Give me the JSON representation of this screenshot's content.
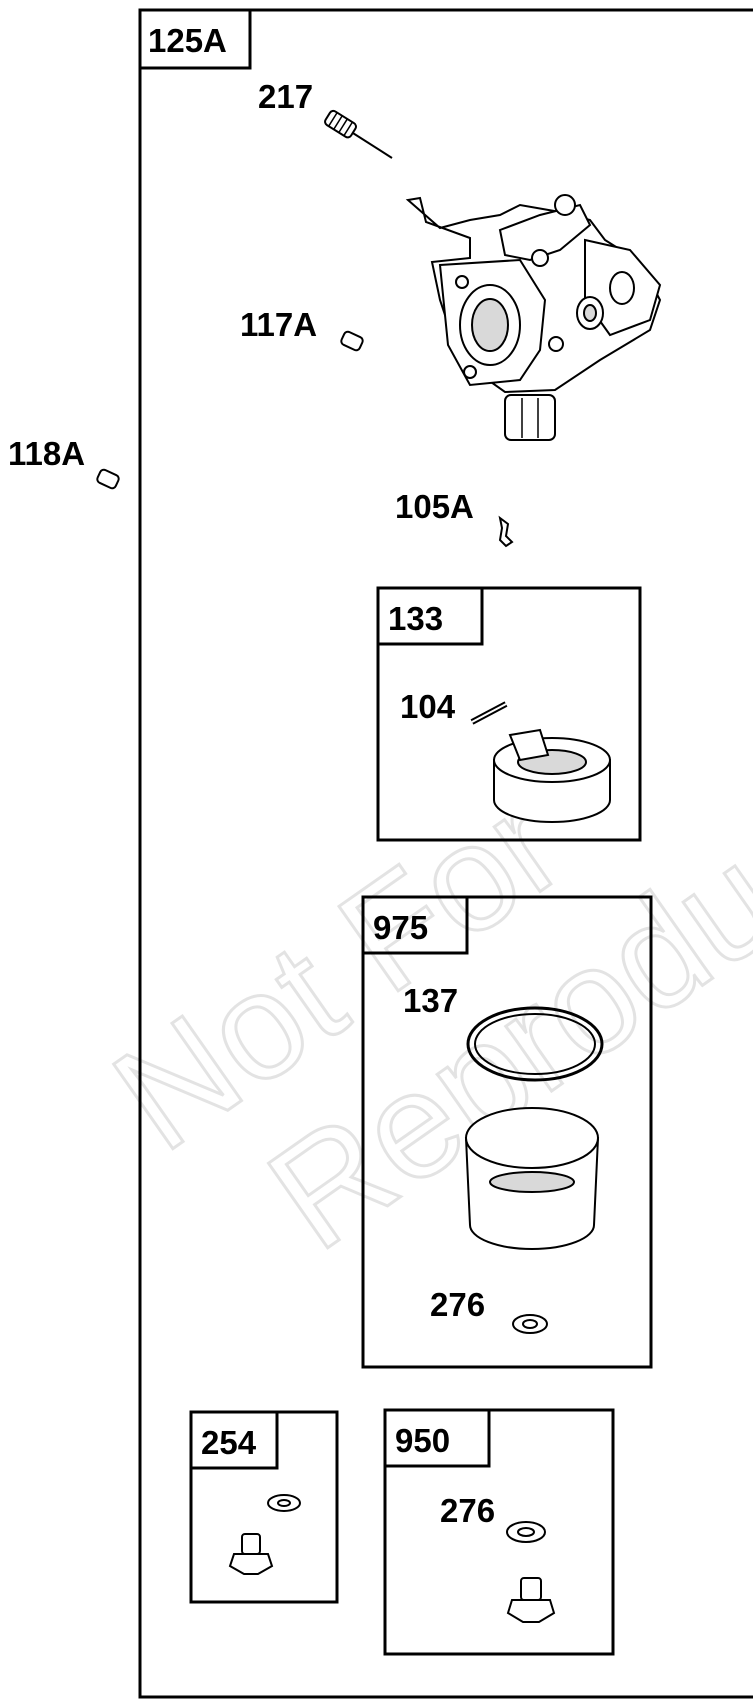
{
  "watermark": {
    "line1": "Not For",
    "line2": "Reproduction"
  },
  "kit_boxes": {
    "main": "125A",
    "b133": "133",
    "b975": "975",
    "b254": "254",
    "b950": "950"
  },
  "callouts": {
    "c217": "217",
    "c117a": "117A",
    "c118a": "118A",
    "c105a": "105A",
    "c104": "104",
    "c137": "137",
    "c276a": "276",
    "c276b": "276"
  }
}
